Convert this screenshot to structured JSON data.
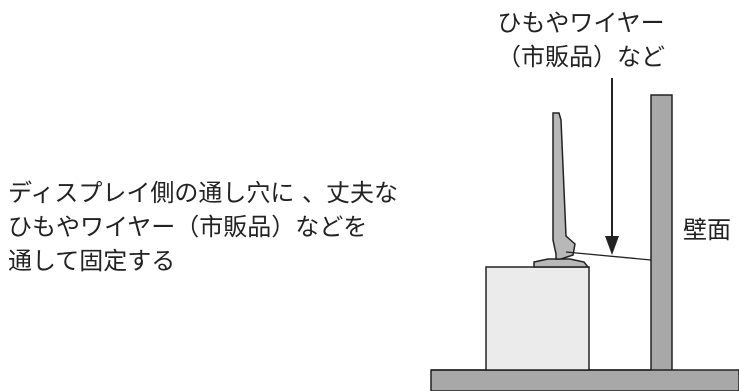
{
  "labels": {
    "string_line1": "ひもやワイヤー",
    "string_line2": "（市販品）など",
    "instruction_line1": "ディスプレイ側の通し穴に 、丈夫な",
    "instruction_line2": "ひもやワイヤー（市販品）などを",
    "instruction_line3": "通して固定する",
    "wall": "壁面"
  },
  "colors": {
    "structure_fill": "#a8a8a8",
    "outline": "#222222",
    "box_fill": "#ebebeb",
    "tv_fill": "#b8b8b8"
  }
}
